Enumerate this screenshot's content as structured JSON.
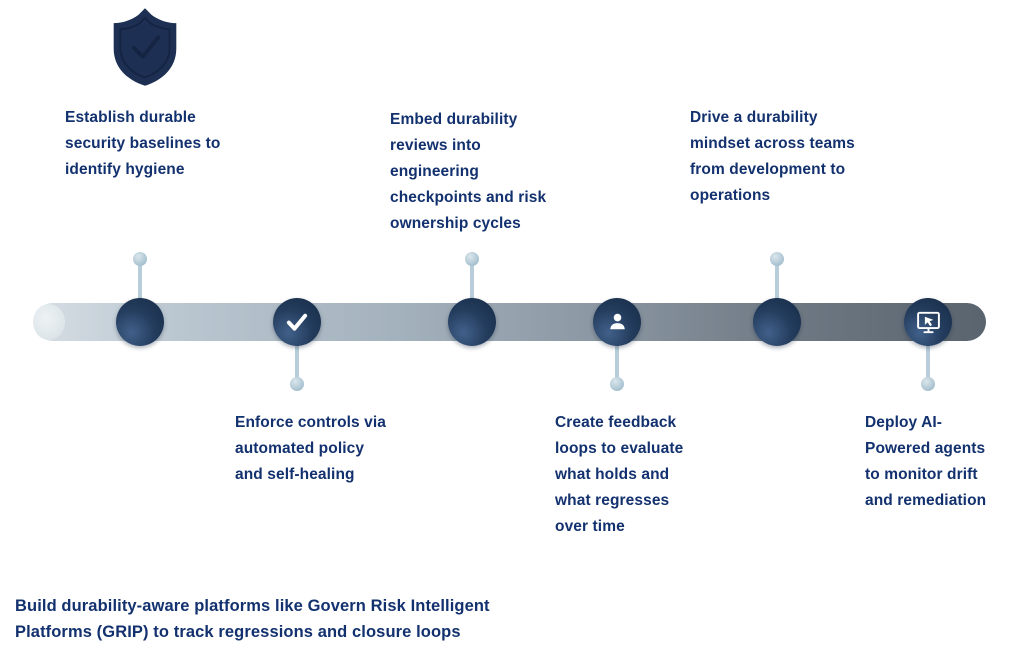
{
  "brand": {
    "logo_icon": "shield-check-icon"
  },
  "timeline": {
    "type": "horizontal-roadmap",
    "node_count": 6,
    "milestones": [
      {
        "position": "above",
        "icon": "sphere",
        "lines": [
          "Establish durable",
          "security baselines to",
          "identify hygiene"
        ]
      },
      {
        "position": "below",
        "icon": "check-icon",
        "lines": [
          "Enforce controls via",
          "automated policy",
          "and self-healing"
        ]
      },
      {
        "position": "above",
        "icon": "sphere",
        "lines": [
          "Embed durability",
          "reviews into",
          "engineering",
          "checkpoints and risk",
          "ownership cycles"
        ]
      },
      {
        "position": "below",
        "icon": "person-icon",
        "lines": [
          "Create feedback",
          "loops to evaluate",
          "what holds and",
          "what regresses",
          "over time"
        ]
      },
      {
        "position": "above",
        "icon": "sphere",
        "lines": [
          "Drive a durability",
          "mindset across teams",
          "from development to",
          "operations"
        ]
      },
      {
        "position": "below",
        "icon": "monitor-icon",
        "lines": [
          "Deploy AI-",
          "Powered agents",
          "to monitor drift",
          "and remediation"
        ]
      }
    ]
  },
  "footer": {
    "line1": "Build durability-aware platforms like Govern Risk Intelligent",
    "line2": "Platforms (GRIP) to track regressions and closure loops"
  },
  "colors": {
    "text_navy": "#12316e",
    "sphere_navy": "#1b3150",
    "bar_gradient_start": "#d6dee4",
    "bar_gradient_end": "#5a646e",
    "pin_blue": "#b7cdd9",
    "icon_white": "#ffffff"
  }
}
